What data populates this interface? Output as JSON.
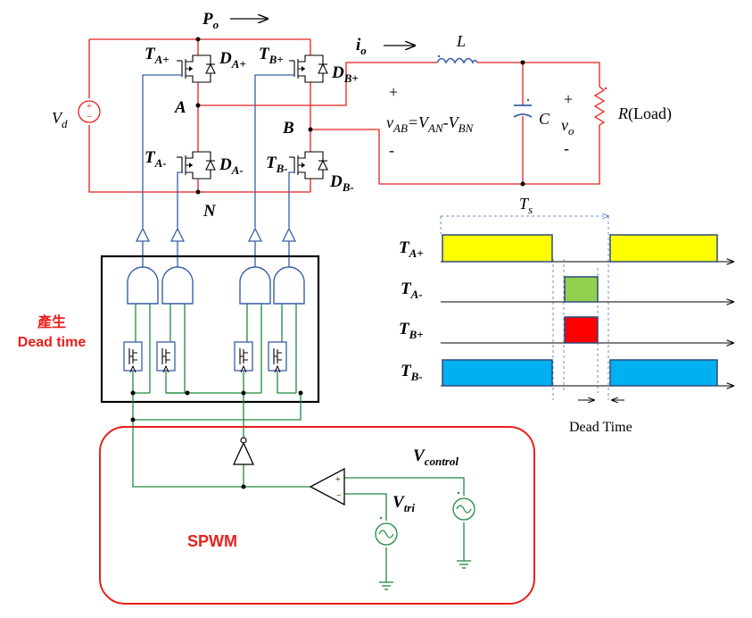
{
  "circuit": {
    "power_label": "P",
    "power_sub": "o",
    "source_label": "V",
    "source_sub": "d",
    "current_label": "i",
    "current_sub": "o",
    "inductor_label": "L",
    "capacitor_label": "C",
    "resistor_label": "R",
    "resistor_suffix": "(Load)",
    "node_a": "A",
    "node_b": "B",
    "node_n": "N",
    "vab_plus": "+",
    "vab_minus": "-",
    "vab_v": "v",
    "vab_sub": "AB",
    "vab_eq1": "=V",
    "vab_sub2": "AN",
    "vab_eq2": "-V",
    "vab_sub3": "BN",
    "vo_plus": "+",
    "vo_minus": "-",
    "vo_v": "v",
    "vo_sub": "o",
    "switches": [
      {
        "t": "T",
        "t_sub": "A+",
        "d": "D",
        "d_sub": "A+"
      },
      {
        "t": "T",
        "t_sub": "B+",
        "d": "D",
        "d_sub": "B+"
      },
      {
        "t": "T",
        "t_sub": "A-",
        "d": "D",
        "d_sub": "A-"
      },
      {
        "t": "T",
        "t_sub": "B-",
        "d": "D",
        "d_sub": "B-"
      }
    ]
  },
  "deadtime_block": {
    "label_cjk": "產生",
    "label_en": "Dead time"
  },
  "spwm_block": {
    "label": "SPWM",
    "vcontrol": "V",
    "vcontrol_sub": "control",
    "vtri": "V",
    "vtri_sub": "tri"
  },
  "timing": {
    "period_label": "T",
    "period_sub": "s",
    "dead_time_label": "Dead Time",
    "rows": [
      {
        "t": "T",
        "sub": "A+",
        "color": "#ffff00"
      },
      {
        "t": "T",
        "sub": "A-",
        "color": "#92d050"
      },
      {
        "t": "T",
        "sub": "B+",
        "color": "#ff0000"
      },
      {
        "t": "T",
        "sub": "B-",
        "color": "#00b0f0"
      }
    ]
  },
  "colors": {
    "power_wire": "#e8201c",
    "gate_wire": "#3a5da8",
    "logic_wire": "#1e8a3e",
    "block_border": "#e8201c",
    "cjk_label": "#e8201c"
  }
}
